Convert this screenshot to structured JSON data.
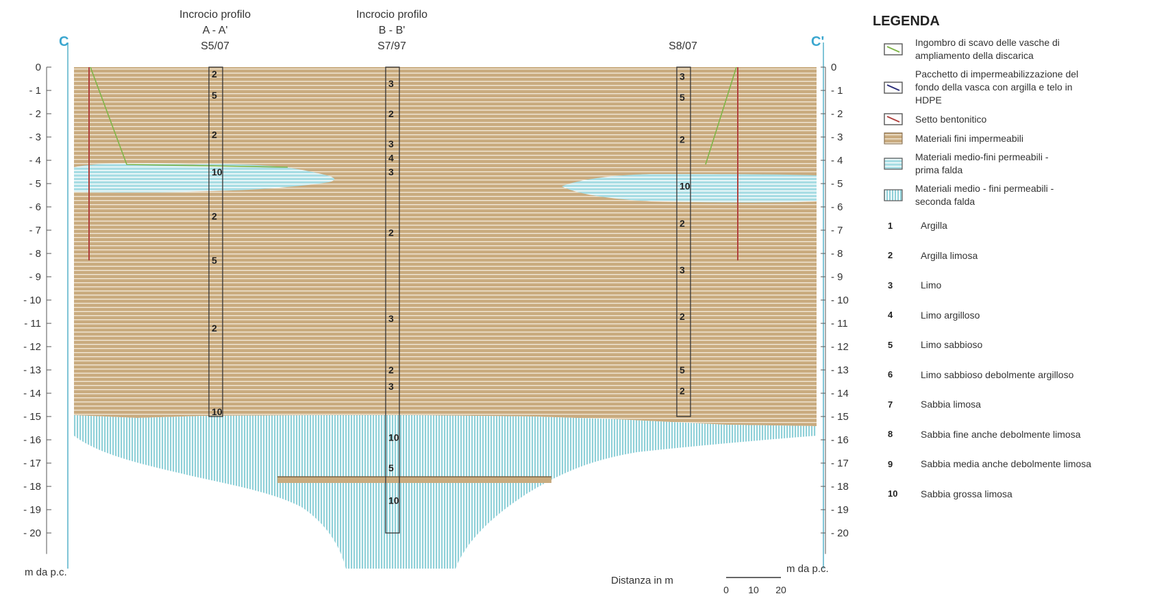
{
  "section": {
    "left_marker": "C",
    "right_marker": "C'",
    "depth_unit_left": "m da p.c.",
    "depth_unit_right": "m da p.c.",
    "depth_ticks": [
      "0",
      "- 1",
      "- 2",
      "- 3",
      "- 4",
      "- 5",
      "- 6",
      "- 7",
      "- 8",
      "- 9",
      "- 10",
      "- 11",
      "- 12",
      "- 13",
      "- 14",
      "- 15",
      "- 16",
      "- 17",
      "- 18",
      "- 19",
      "- 20"
    ],
    "scale_bar": {
      "label": "Distanza in m",
      "ticks": [
        "0",
        "10",
        "20"
      ]
    }
  },
  "boreholes": [
    {
      "name": "S5/07",
      "heading": [
        "Incrocio profilo",
        "A - A'",
        "S5/07"
      ],
      "bottom_depth": 15,
      "layers": [
        {
          "code": "2",
          "depth": 0.3
        },
        {
          "code": "5",
          "depth": 1.2
        },
        {
          "code": "2",
          "depth": 2.9
        },
        {
          "code": "10",
          "depth": 4.5
        },
        {
          "code": "2",
          "depth": 6.4
        },
        {
          "code": "5",
          "depth": 8.3
        },
        {
          "code": "2",
          "depth": 11.2
        },
        {
          "code": "10",
          "depth": 14.8
        }
      ]
    },
    {
      "name": "S7/97",
      "heading": [
        "Incrocio profilo",
        "B - B'",
        "S7/97"
      ],
      "bottom_depth": 20,
      "layers": [
        {
          "code": "3",
          "depth": 0.7
        },
        {
          "code": "2",
          "depth": 2.0
        },
        {
          "code": "3",
          "depth": 3.3
        },
        {
          "code": "4",
          "depth": 3.9
        },
        {
          "code": "3",
          "depth": 4.5
        },
        {
          "code": "2",
          "depth": 7.1
        },
        {
          "code": "3",
          "depth": 10.8
        },
        {
          "code": "2",
          "depth": 13.0
        },
        {
          "code": "3",
          "depth": 13.7
        },
        {
          "code": "10",
          "depth": 15.9
        },
        {
          "code": "5",
          "depth": 17.2
        },
        {
          "code": "10",
          "depth": 18.6
        }
      ]
    },
    {
      "name": "S8/07",
      "heading": [
        "S8/07"
      ],
      "bottom_depth": 15,
      "layers": [
        {
          "code": "3",
          "depth": 0.4
        },
        {
          "code": "5",
          "depth": 1.3
        },
        {
          "code": "2",
          "depth": 3.1
        },
        {
          "code": "10",
          "depth": 5.1
        },
        {
          "code": "2",
          "depth": 6.7
        },
        {
          "code": "3",
          "depth": 8.7
        },
        {
          "code": "2",
          "depth": 10.7
        },
        {
          "code": "5",
          "depth": 13.0
        },
        {
          "code": "2",
          "depth": 13.9
        }
      ]
    }
  ],
  "legend": {
    "title": "LEGENDA",
    "symbols": [
      {
        "icon": "excavation-icon",
        "lines": [
          "Ingombro di scavo delle vasche di",
          "ampliamento della discarica"
        ]
      },
      {
        "icon": "liner-package-icon",
        "lines": [
          "Pacchetto di impermeabilizzazione  del",
          "fondo della vasca con argilla e telo in",
          "HDPE"
        ]
      },
      {
        "icon": "bentonite-wall-icon",
        "lines": [
          "Setto bentonitico"
        ]
      },
      {
        "icon": "fine-impermeable-icon",
        "lines": [
          "Materiali fini impermeabili"
        ]
      },
      {
        "icon": "first-aquifer-icon",
        "lines": [
          "Materiali medio-fini permeabili -",
          "prima falda"
        ]
      },
      {
        "icon": "second-aquifer-icon",
        "lines": [
          "Materiali medio - fini permeabili -",
          "seconda falda"
        ]
      }
    ],
    "codes": [
      {
        "code": "1",
        "label": "Argilla"
      },
      {
        "code": "2",
        "label": "Argilla limosa"
      },
      {
        "code": "3",
        "label": "Limo"
      },
      {
        "code": "4",
        "label": "Limo argilloso"
      },
      {
        "code": "5",
        "label": "Limo sabbioso"
      },
      {
        "code": "6",
        "label": "Limo sabbioso debolmente argilloso"
      },
      {
        "code": "7",
        "label": "Sabbia limosa"
      },
      {
        "code": "8",
        "label": "Sabbia fine anche debolmente limosa"
      },
      {
        "code": "9",
        "label": "Sabbia media anche debolmente limosa"
      },
      {
        "code": "10",
        "label": "Sabbia grossa limosa"
      }
    ]
  },
  "colors": {
    "fine_impermeable": "#c9ab7f",
    "first_aquifer": "#a8dde4",
    "second_aquifer": "#9fd6dc",
    "frame_line": "#7fc4d6",
    "bentonite_wall": "#b0413e",
    "excavation": "#7fb547",
    "marker": "#3aa6cf"
  }
}
